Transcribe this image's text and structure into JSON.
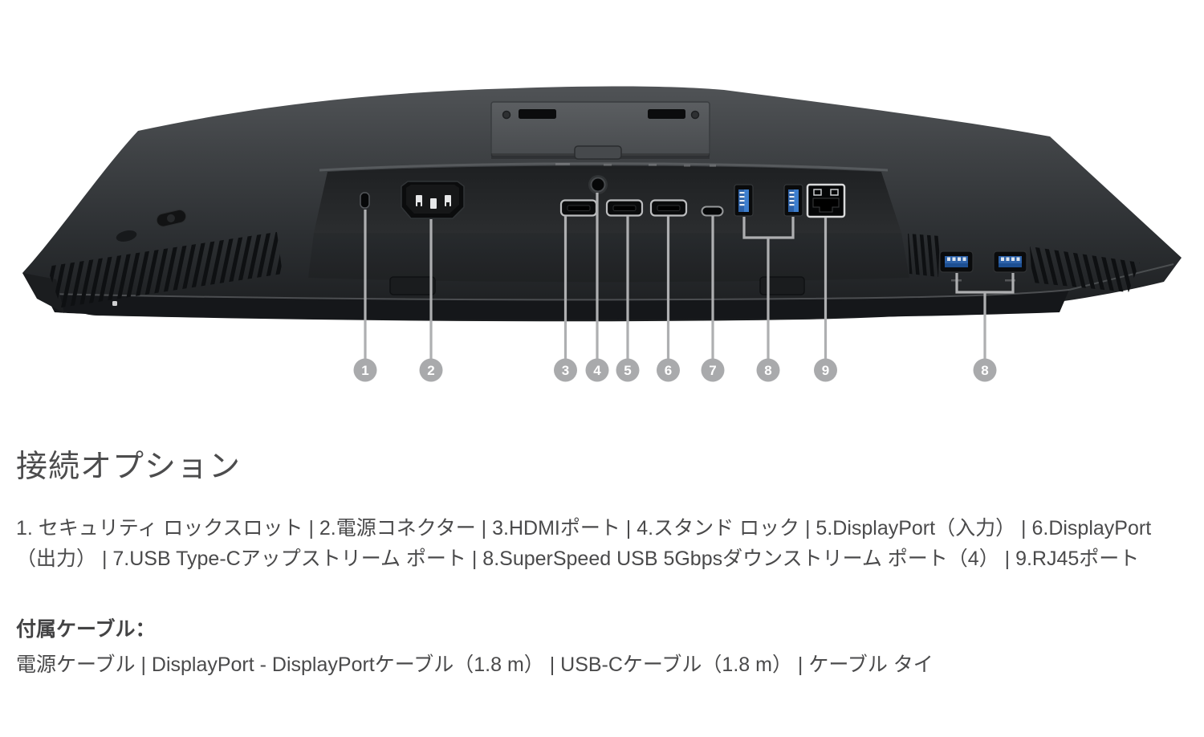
{
  "figure": {
    "description": "rear-bottom view of monitor showing connectivity ports",
    "callouts": [
      {
        "n": "1",
        "target": "security-lock-slot"
      },
      {
        "n": "2",
        "target": "power-connector"
      },
      {
        "n": "3",
        "target": "hdmi-port"
      },
      {
        "n": "4",
        "target": "stand-lock"
      },
      {
        "n": "5",
        "target": "displayport-in"
      },
      {
        "n": "6",
        "target": "displayport-out"
      },
      {
        "n": "7",
        "target": "usb-c-upstream-port"
      },
      {
        "n": "8",
        "target": "usb-downstream-ports-bottom"
      },
      {
        "n": "9",
        "target": "rj45-port"
      },
      {
        "n": "8",
        "target": "usb-downstream-ports-side"
      }
    ],
    "colors": {
      "monitor_body_dark": "#2e3134",
      "monitor_body_light": "#4e5154",
      "callout_gray": "#a9aaac",
      "usb_blue": "#2d62a9",
      "text_gray": "#4a4a4b"
    }
  },
  "content": {
    "heading": "接続オプション",
    "ports_text": "1. セキュリティ ロックスロット | 2.電源コネクター | 3.HDMIポート | 4.スタンド ロック | 5.DisplayPort（入力） | 6.DisplayPort（出力） | 7.USB Type-Cアップストリーム ポート | 8.SuperSpeed USB 5Gbpsダウンストリーム ポート（4） | 9.RJ45ポート",
    "cables_heading": "付属ケーブル：",
    "cables_text": "電源ケーブル | DisplayPort - DisplayPortケーブル（1.8 m） | USB-Cケーブル（1.8 m） | ケーブル タイ"
  }
}
